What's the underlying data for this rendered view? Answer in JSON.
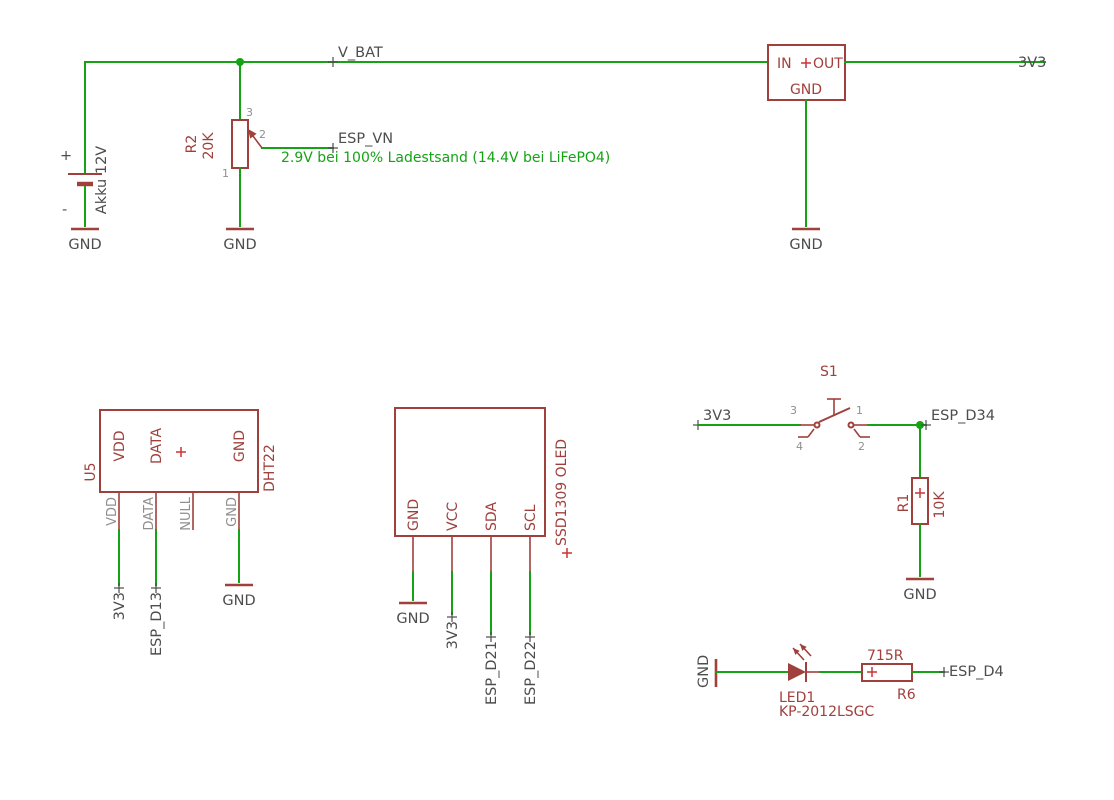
{
  "colors": {
    "wire": "#15a315",
    "component": "#a0403c",
    "net_label": "#4d4d4d",
    "pin_gray": "#8f8f8f",
    "note": "#15a315",
    "cross_marker": "#cc3333",
    "background": "#ffffff"
  },
  "power_section": {
    "net_vbat": "V_BAT",
    "net_3v3": "3V3",
    "net_esp_vn": "ESP_VN",
    "note": "2.9V bei 100% Ladestsand (14.4V bei LiFePO4)",
    "battery": {
      "value": "Akku 12V",
      "plus": "+",
      "minus": "-",
      "gnd": "GND"
    },
    "potentiometer": {
      "ref": "R2",
      "value": "20K",
      "pin1": "1",
      "pin2": "2",
      "pin3": "3",
      "gnd": "GND"
    },
    "regulator": {
      "pin_in": "IN",
      "pin_out": "OUT",
      "pin_gnd": "GND",
      "gnd": "GND"
    }
  },
  "dht22_section": {
    "ref": "U5",
    "value": "DHT22",
    "body_pins": {
      "vdd": "VDD",
      "data": "DATA",
      "gnd": "GND"
    },
    "pin_labels": {
      "vdd": "VDD",
      "data": "DATA",
      "null": "NULL",
      "gnd": "GND"
    },
    "nets": {
      "vdd": "3V3",
      "data": "ESP_D13",
      "gnd": "GND"
    }
  },
  "oled_section": {
    "value": "SSD1309 OLED",
    "pin_labels": {
      "gnd": "GND",
      "vcc": "VCC",
      "sda": "SDA",
      "scl": "SCL"
    },
    "nets": {
      "gnd": "GND",
      "vcc": "3V3",
      "sda": "ESP_D21",
      "scl": "ESP_D22"
    }
  },
  "switch_section": {
    "ref": "S1",
    "net_in": "3V3",
    "net_out": "ESP_D34",
    "pin_numbers": {
      "p3": "3",
      "p1": "1",
      "p4": "4",
      "p2": "2"
    },
    "r1": {
      "ref": "R1",
      "value": "10K",
      "gnd": "GND"
    }
  },
  "led_section": {
    "net_gnd": "GND",
    "led": {
      "ref": "LED1",
      "value": "KP-2012LSGC"
    },
    "r6": {
      "ref": "R6",
      "value": "715R"
    },
    "net_out": "ESP_D4"
  }
}
